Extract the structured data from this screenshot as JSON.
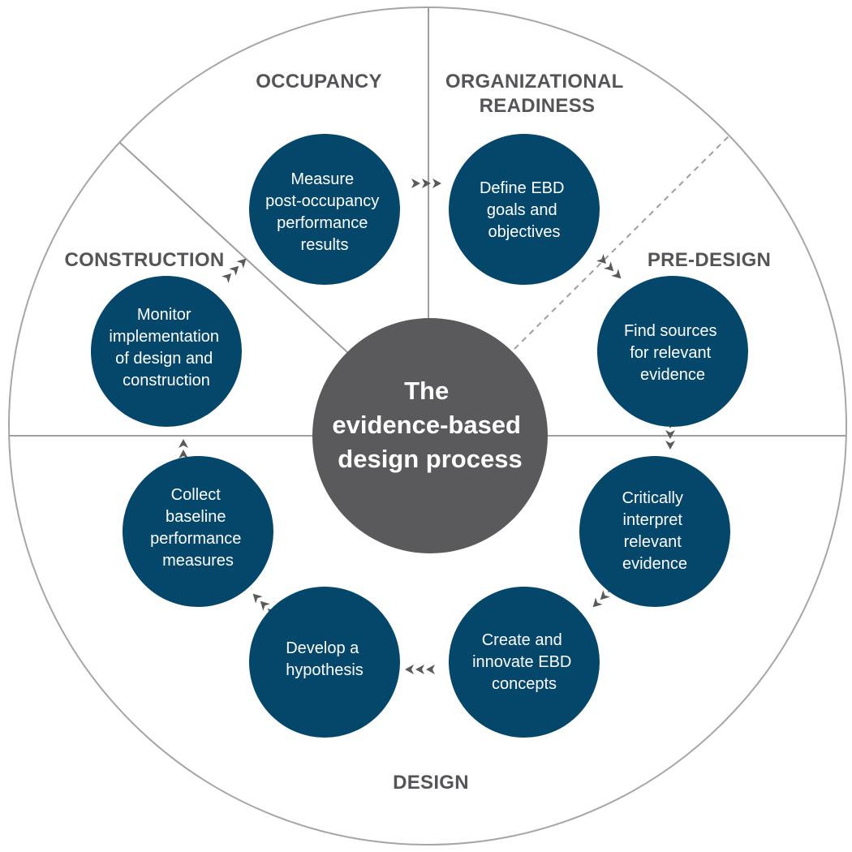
{
  "colors": {
    "outer_ring": "#a6a6a6",
    "divider": "#9e9e9e",
    "node_fill": "#04476b",
    "center_fill": "#5a5a5c",
    "phase_text": "#555559",
    "arrow": "#5a5a5a"
  },
  "center": {
    "lines": [
      "The",
      "evidence-based",
      "design process"
    ]
  },
  "phases": [
    {
      "key": "occupancy",
      "lines": [
        "OCCUPANCY"
      ]
    },
    {
      "key": "organizational-readiness",
      "lines": [
        "ORGANIZATIONAL",
        "READINESS"
      ]
    },
    {
      "key": "pre-design",
      "lines": [
        "PRE-DESIGN"
      ]
    },
    {
      "key": "construction",
      "lines": [
        "CONSTRUCTION"
      ]
    },
    {
      "key": "design",
      "lines": [
        "DESIGN"
      ]
    }
  ],
  "steps": [
    {
      "key": "define-ebd-goals",
      "lines": [
        "Define EBD",
        "goals and",
        "objectives"
      ]
    },
    {
      "key": "find-sources",
      "lines": [
        "Find sources",
        "for relevant",
        "evidence"
      ]
    },
    {
      "key": "critically-interpret",
      "lines": [
        "Critically",
        "interpret",
        "relevant",
        "evidence"
      ]
    },
    {
      "key": "create-innovate",
      "lines": [
        "Create and",
        "innovate EBD",
        "concepts"
      ]
    },
    {
      "key": "develop-hypothesis",
      "lines": [
        "Develop a",
        "hypothesis"
      ]
    },
    {
      "key": "collect-baseline",
      "lines": [
        "Collect",
        "baseline",
        "performance",
        "measures"
      ]
    },
    {
      "key": "monitor-implementation",
      "lines": [
        "Monitor",
        "implementation",
        "of design and",
        "construction"
      ]
    },
    {
      "key": "measure-post-occupancy",
      "lines": [
        "Measure",
        "post-occupancy",
        "performance",
        "results"
      ]
    }
  ]
}
